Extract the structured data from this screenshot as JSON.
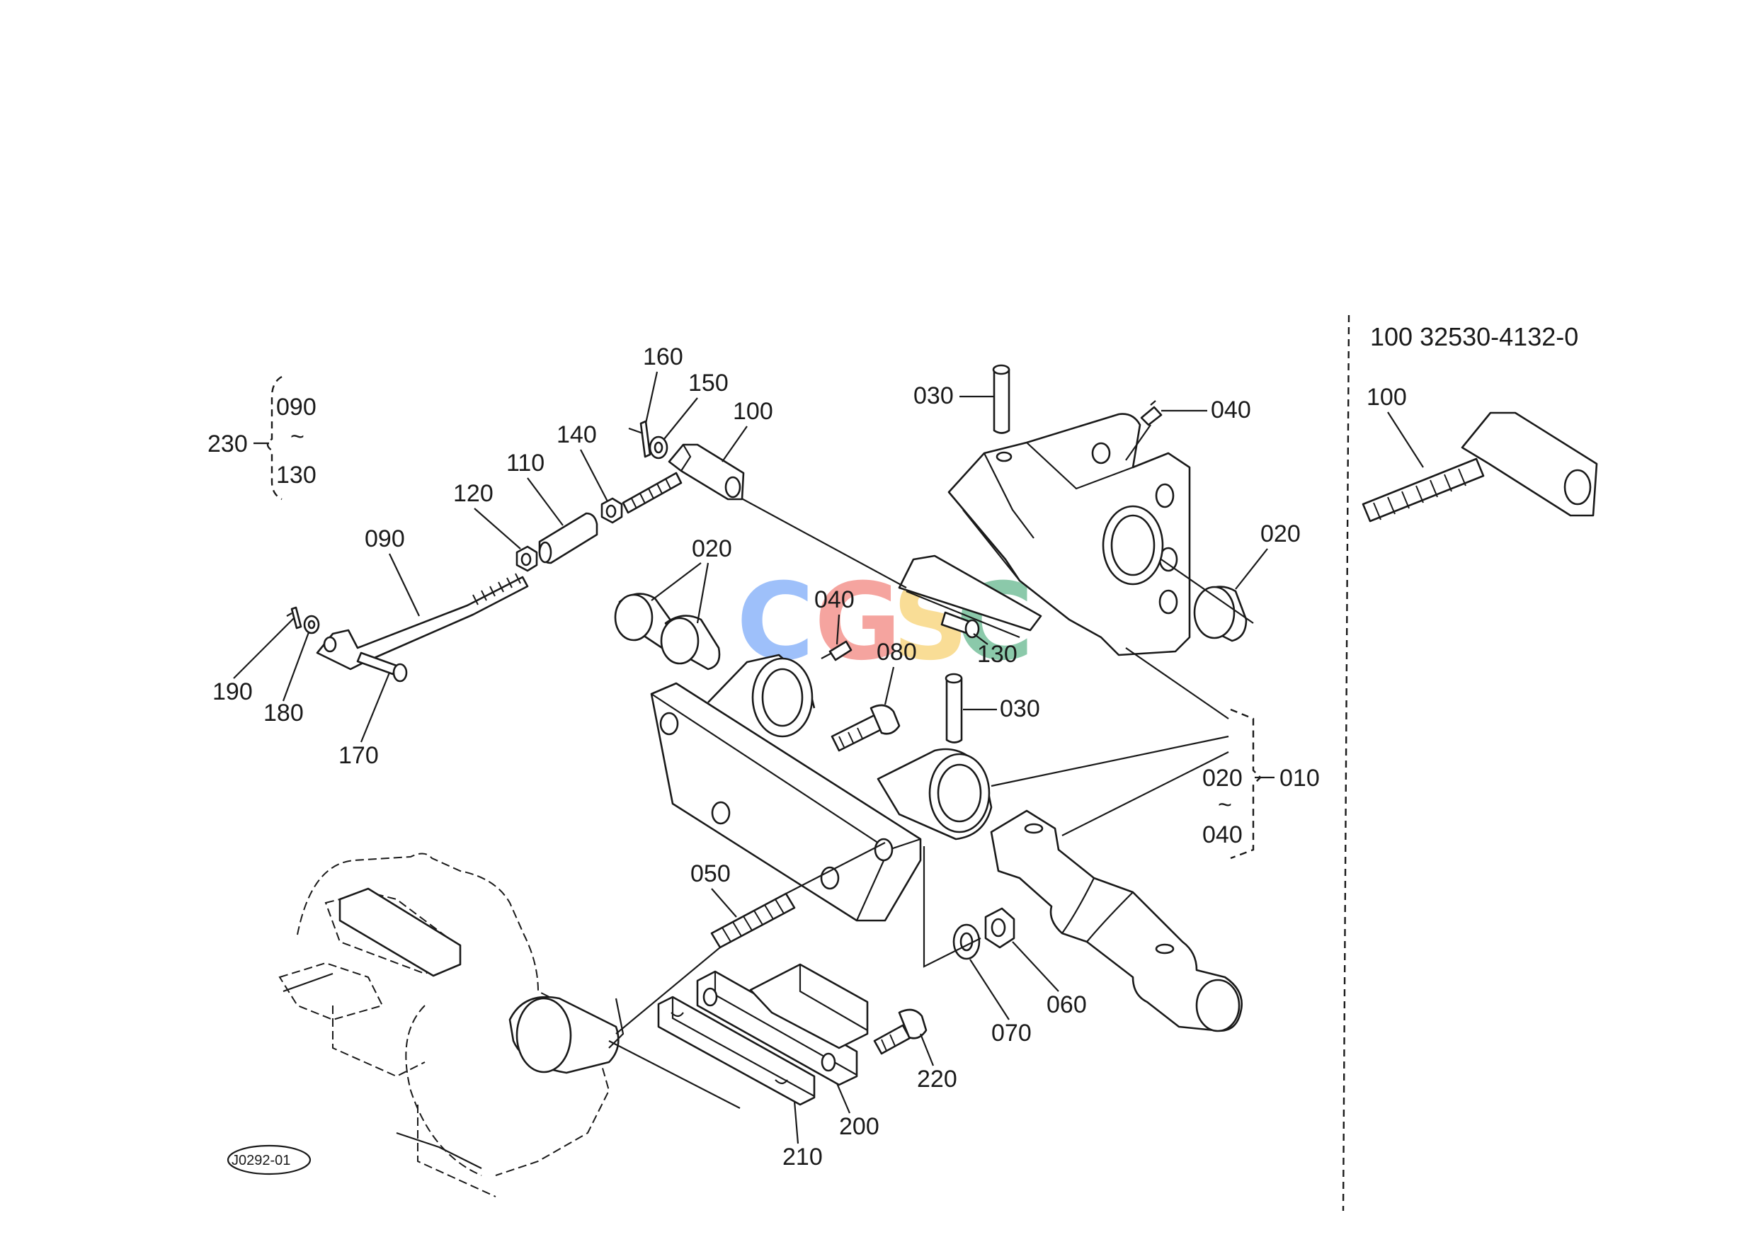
{
  "callouts": {
    "c010": "010",
    "c020a": "020",
    "c020b": "020",
    "c020r": "020",
    "c030a": "030",
    "c030b": "030",
    "c040a": "040",
    "c040b": "040",
    "c040r": "040",
    "c050": "050",
    "c060": "060",
    "c070": "070",
    "c080": "080",
    "c090": "090",
    "c090r": "090",
    "c100": "100",
    "c100d": "100",
    "c110": "110",
    "c120": "120",
    "c130": "130",
    "c130r": "130",
    "c140": "140",
    "c150": "150",
    "c160": "160",
    "c170": "170",
    "c180": "180",
    "c190": "190",
    "c200": "200",
    "c210": "210",
    "c220": "220",
    "c230": "230",
    "range_tilde_a": "~",
    "range_tilde_b": "~"
  },
  "detail": {
    "header": "100 32530-4132-0"
  },
  "drawing_code": "J0292-01",
  "watermark": {
    "letters": [
      "C",
      "G",
      "S",
      "C"
    ],
    "colors": [
      "#4f8ef7",
      "#ee5a52",
      "#f5c342",
      "#2e9e66"
    ]
  }
}
